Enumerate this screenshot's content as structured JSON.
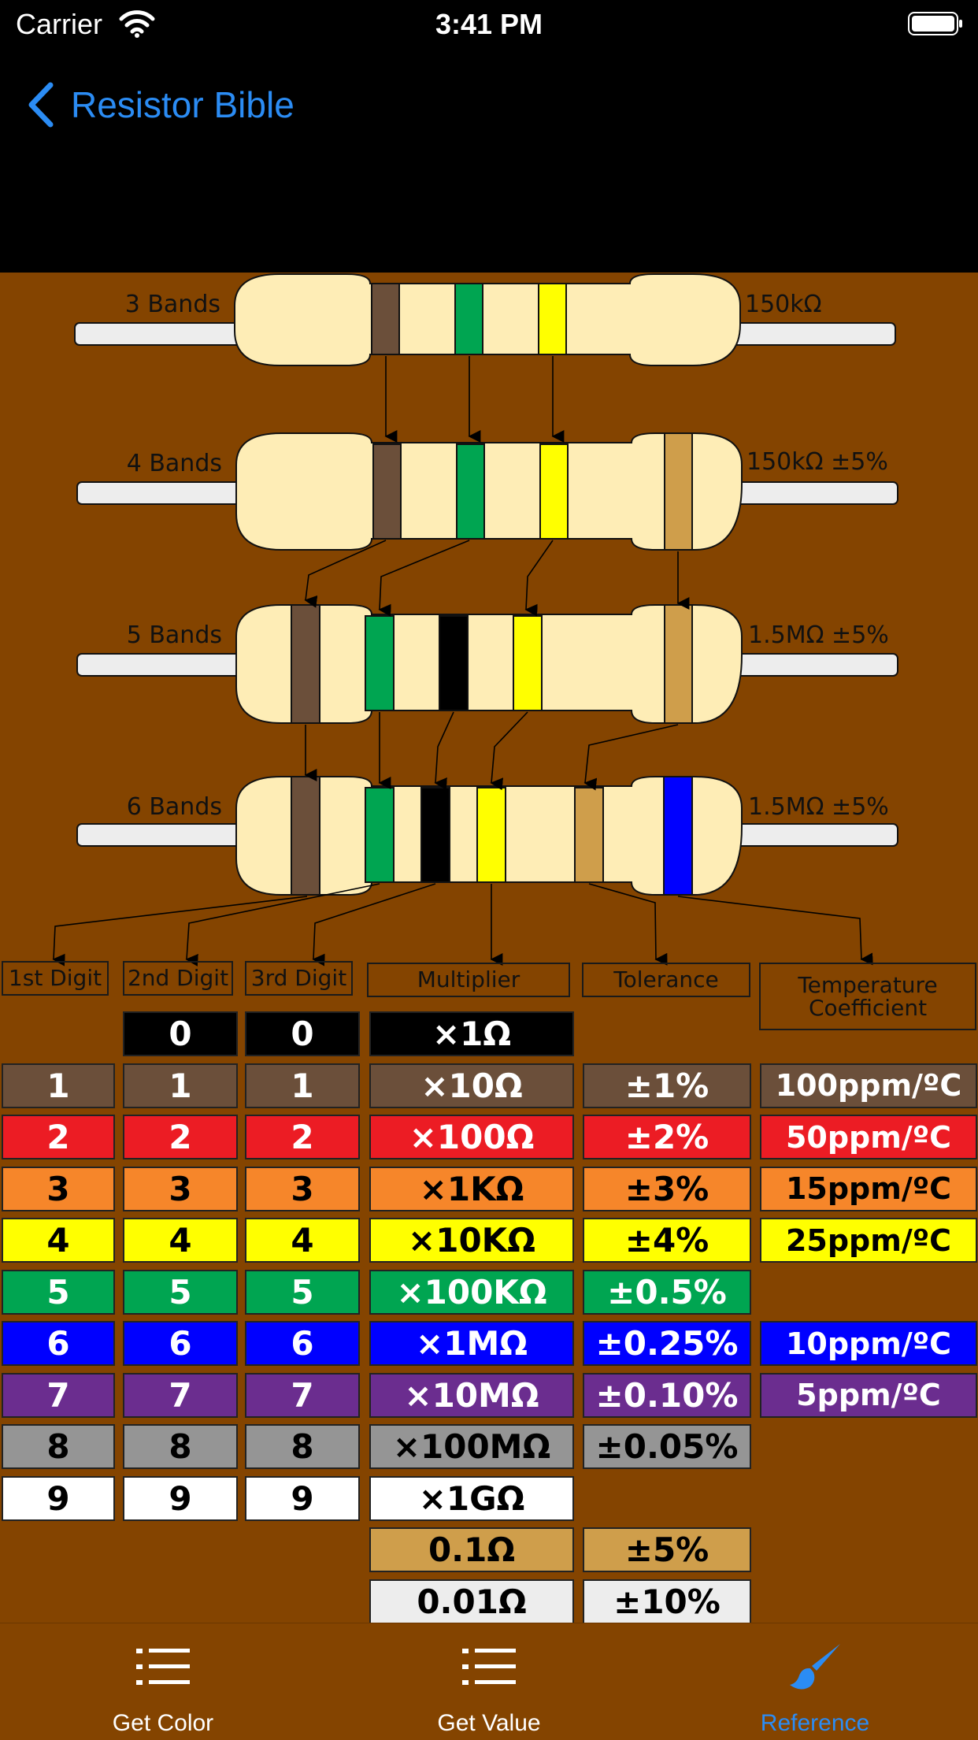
{
  "status": {
    "carrier": "Carrier",
    "time": "3:41 PM"
  },
  "nav": {
    "back_label": "Resistor Bible"
  },
  "diagram": {
    "labels": [
      "3 Bands",
      "4 Bands",
      "5 Bands",
      "6 Bands"
    ],
    "values": [
      "150kΩ",
      "150kΩ ±5%",
      "1.5MΩ ±5%",
      "1.5MΩ ±5%"
    ]
  },
  "headers": {
    "d1": "1st Digit",
    "d2": "2nd Digit",
    "d3": "3rd Digit",
    "mult": "Multiplier",
    "tol": "Tolerance",
    "temp": "Temperature Coefficient"
  },
  "colors": {
    "black": "#000000",
    "brown": "#6b4f3a",
    "red": "#ec1c24",
    "orange": "#f6862a",
    "yellow": "#ffff00",
    "green": "#00a551",
    "blue": "#0000ff",
    "violet": "#6b2d8f",
    "gray": "#959595",
    "white": "#ffffff",
    "gold": "#cf9e4b",
    "silver": "#ededed",
    "body": "#feedb6",
    "background": "#844400",
    "accent": "#2b8cf4"
  },
  "rows": [
    {
      "color": "black",
      "d1": "",
      "d2": "0",
      "d3": "0",
      "mult": "×1Ω",
      "tol": "",
      "temp": ""
    },
    {
      "color": "brown",
      "d1": "1",
      "d2": "1",
      "d3": "1",
      "mult": "×10Ω",
      "tol": "±1%",
      "temp": "100ppm/ºC"
    },
    {
      "color": "red",
      "d1": "2",
      "d2": "2",
      "d3": "2",
      "mult": "×100Ω",
      "tol": "±2%",
      "temp": "50ppm/ºC"
    },
    {
      "color": "orange",
      "d1": "3",
      "d2": "3",
      "d3": "3",
      "mult": "×1KΩ",
      "tol": "±3%",
      "temp": "15ppm/ºC"
    },
    {
      "color": "yellow",
      "d1": "4",
      "d2": "4",
      "d3": "4",
      "mult": "×10KΩ",
      "tol": "±4%",
      "temp": "25ppm/ºC"
    },
    {
      "color": "green",
      "d1": "5",
      "d2": "5",
      "d3": "5",
      "mult": "×100KΩ",
      "tol": "±0.5%",
      "temp": ""
    },
    {
      "color": "blue",
      "d1": "6",
      "d2": "6",
      "d3": "6",
      "mult": "×1MΩ",
      "tol": "±0.25%",
      "temp": "10ppm/ºC"
    },
    {
      "color": "violet",
      "d1": "7",
      "d2": "7",
      "d3": "7",
      "mult": "×10MΩ",
      "tol": "±0.10%",
      "temp": "5ppm/ºC"
    },
    {
      "color": "gray",
      "d1": "8",
      "d2": "8",
      "d3": "8",
      "mult": "×100MΩ",
      "tol": "±0.05%",
      "temp": ""
    },
    {
      "color": "white",
      "d1": "9",
      "d2": "9",
      "d3": "9",
      "mult": "×1GΩ",
      "tol": "",
      "temp": ""
    },
    {
      "color": "gold",
      "d1": "",
      "d2": "",
      "d3": "",
      "mult": "0.1Ω",
      "tol": "±5%",
      "temp": ""
    },
    {
      "color": "silver",
      "d1": "",
      "d2": "",
      "d3": "",
      "mult": "0.01Ω",
      "tol": "±10%",
      "temp": ""
    }
  ],
  "tabs": [
    {
      "label": "Get Color",
      "icon": "list-icon"
    },
    {
      "label": "Get Value",
      "icon": "list-icon"
    },
    {
      "label": "Reference",
      "icon": "paintbrush-icon",
      "active": true
    }
  ]
}
